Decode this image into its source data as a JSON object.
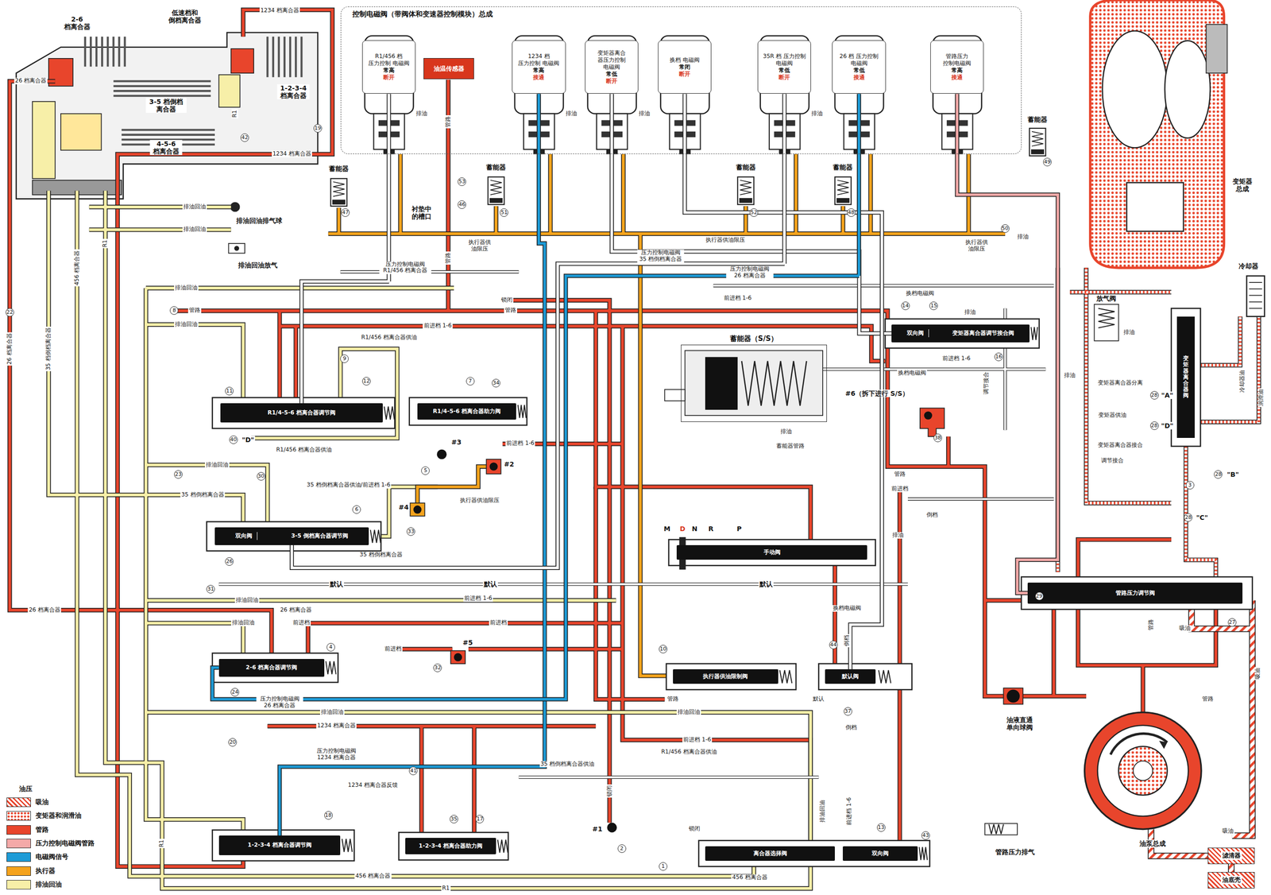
{
  "diagram": {
    "nodes": [
      {
        "text": [
          "控制电磁阀（带阀体和变速器控制模块）总成"
        ]
      },
      {
        "text": [
          "R1/456 档 压力控制 电磁阀",
          "常高",
          "断开"
        ],
        "in": 0
      },
      {
        "text": [
          "油温传感器"
        ],
        "in": 0
      },
      {
        "text": [
          "1234 档 压力控制 电磁阀",
          "常高",
          "接通"
        ],
        "in": 0
      },
      {
        "text": [
          "变矩器离合 器压力控制 电磁阀",
          "常低",
          "断开"
        ],
        "in": 0
      },
      {
        "text": [
          "换档 电磁阀",
          "常闭",
          "断开"
        ],
        "in": 0
      },
      {
        "text": [
          "35R 档 压力控制 电磁阀",
          "常低",
          "断开"
        ],
        "in": 0
      },
      {
        "text": [
          "26 档 压力控制 电磁阀",
          "常低",
          "接通"
        ],
        "in": 0
      },
      {
        "text": [
          "管路压力 控制电磁阀",
          "常高",
          "接通"
        ],
        "in": 0
      },
      {
        "text": [
          "蓄能器（S/S）"
        ]
      },
      {
        "text": [
          "双向阀",
          "变矩器离合器调节接合阀"
        ]
      },
      {
        "text": [
          "R1/4-5-6 档离合器调节阀"
        ]
      },
      {
        "text": [
          "R1/4-5-6 档离合器助力阀"
        ]
      },
      {
        "text": [
          "双向阀",
          "3-5 倒档离合器调节阀"
        ]
      },
      {
        "text": [
          "手动阀"
        ]
      },
      {
        "text": [
          "变矩器离合器阀"
        ]
      },
      {
        "text": [
          "管路压力调节阀"
        ]
      },
      {
        "text": [
          "2-6 档离合器调节阀"
        ]
      },
      {
        "text": [
          "执行器供油限制阀"
        ]
      },
      {
        "text": [
          "默认阀"
        ]
      },
      {
        "text": [
          "1-2-3-4 档离合器调节阀"
        ]
      },
      {
        "text": [
          "1-2-3-4 档离合器助力阀"
        ]
      },
      {
        "text": [
          "离合器选择阀"
        ]
      },
      {
        "text": [
          "双向阀"
        ]
      },
      {
        "text": [
          "滤清器"
        ]
      },
      {
        "text": [
          "油底壳"
        ]
      }
    ],
    "edges": [
      {
        "from": 1,
        "to": 11,
        "arrow": "none"
      },
      {
        "from": 3,
        "to": 20,
        "arrow": "none"
      },
      {
        "from": 4,
        "to": 10,
        "arrow": "none"
      },
      {
        "from": 5,
        "to": 19,
        "arrow": "none"
      },
      {
        "from": 6,
        "to": 13,
        "arrow": "none"
      },
      {
        "from": 7,
        "to": 17,
        "arrow": "none"
      },
      {
        "from": 8,
        "to": 16,
        "arrow": "none"
      }
    ],
    "labels": [
      "2-6 档离合器",
      "低速档和 倒档离合器",
      "3-5 档倒档 离合器",
      "4-5-6 档离合器",
      "1-2-3-4 档离合器",
      "26 档离合器",
      "1234 档离合器",
      "R1",
      "42",
      "19",
      "1234 档离合器",
      "排油回油",
      "排油回油排气球",
      "排油回油",
      "排油回油放气",
      "35 档倒档离合器",
      "456 档离合器",
      "R1",
      "26 档离合器",
      "22",
      "管路",
      "8",
      "排油回油",
      "排油回油",
      "锁闭",
      "管路",
      "前进档 1-6",
      "R1/456 档离合器供油",
      "前进档 1-6",
      "压力控制电磁阀 R1/456 档离合器",
      "压力控制电磁阀 35 档倒档离合器",
      "压力控制电磁阀 26 档离合器",
      "执行器供 油限压",
      "执行器供 油限压",
      "执行器供油限压",
      "蓄能器",
      "蓄能器",
      "蓄能器",
      "蓄能器",
      "蓄能器",
      "排油",
      "47",
      "51",
      "52",
      "48",
      "49",
      "50",
      "53",
      "46",
      "衬垫中 的槽口",
      "管路",
      "管路",
      "排油",
      "排油",
      "排油",
      "排油",
      "11",
      "9",
      "12",
      "7",
      "34",
      "40",
      "\"D\"",
      "R1/456 档离合器供油",
      "排油回油",
      "23",
      "30",
      "35 档倒档离合器",
      "6",
      "26",
      "35 档倒档离合器",
      "#3",
      "#2",
      "#4",
      "5",
      "33",
      "执行器供油限压",
      "前进档 1-6",
      "35 档倒档离合器供油/前进档 1-6",
      "默认",
      "默认",
      "默认",
      "31",
      "排油回油",
      "前进档 1-6",
      "26 档离合器",
      "26 档离合器",
      "前进档",
      "排油回油",
      "4",
      "前进档",
      "24",
      "压力控制电磁阀 26 档离合器",
      "#5",
      "前进档",
      "32",
      "排油回油",
      "1234 档离合器",
      "排油回油",
      "管路",
      "10",
      "前进档 1-6",
      "R1/456 档离合器供油",
      "35 档倒档离合器供油",
      "倒档",
      "20",
      "压力控制电磁阀 1234 档离合器",
      "18",
      "1234 档离合器反馈",
      "41",
      "35",
      "17",
      "#1",
      "2",
      "锁闭",
      "1",
      "456 档离合器",
      "456 档离合器",
      "R1",
      "R1",
      "锁闭",
      "13",
      "43",
      "排油回油",
      "前进档 1-6",
      "换档电磁阀",
      "14",
      "15",
      "排油",
      "前进档 1-6",
      "换档电磁阀",
      "16",
      "调节接合",
      "#6（拆下进行 S/S）",
      "38",
      "蓄能器管路",
      "排油",
      "管路",
      "前进档",
      "倒档",
      "排油",
      "M",
      "D",
      "N",
      "R",
      "P",
      "换档电磁阀",
      "44",
      "倒档",
      "默认",
      "37",
      "油液直通 单向球阀",
      "管路压力排气",
      "油泵总成",
      "吸油",
      "吸油",
      "吸油",
      "29",
      "27",
      "管路",
      "管路",
      "变矩器 总成",
      "冷却器",
      "放气阀",
      "排油",
      "排油",
      "28",
      "\"A\"",
      "28",
      "\"D\"",
      "28",
      "\"B\"",
      "28",
      "\"C\"",
      "3",
      "调节接合",
      "变矩器供油",
      "变矩器离合器接合",
      "变矩器离合器分离",
      "润滑油",
      "冷却器油",
      "油压"
    ],
    "legend": [
      {
        "text": "吸油"
      },
      {
        "text": "变矩器和润滑油"
      },
      {
        "text": "管路",
        "color": "#e8452c"
      },
      {
        "text": "压力控制电磁阀管路",
        "color": "#f4a9a8"
      },
      {
        "text": "电磁阀信号",
        "color": "#1d9bd7"
      },
      {
        "text": "执行器",
        "color": "#f5a31c"
      },
      {
        "text": "排油回油",
        "color": "#f7efa8"
      }
    ]
  }
}
